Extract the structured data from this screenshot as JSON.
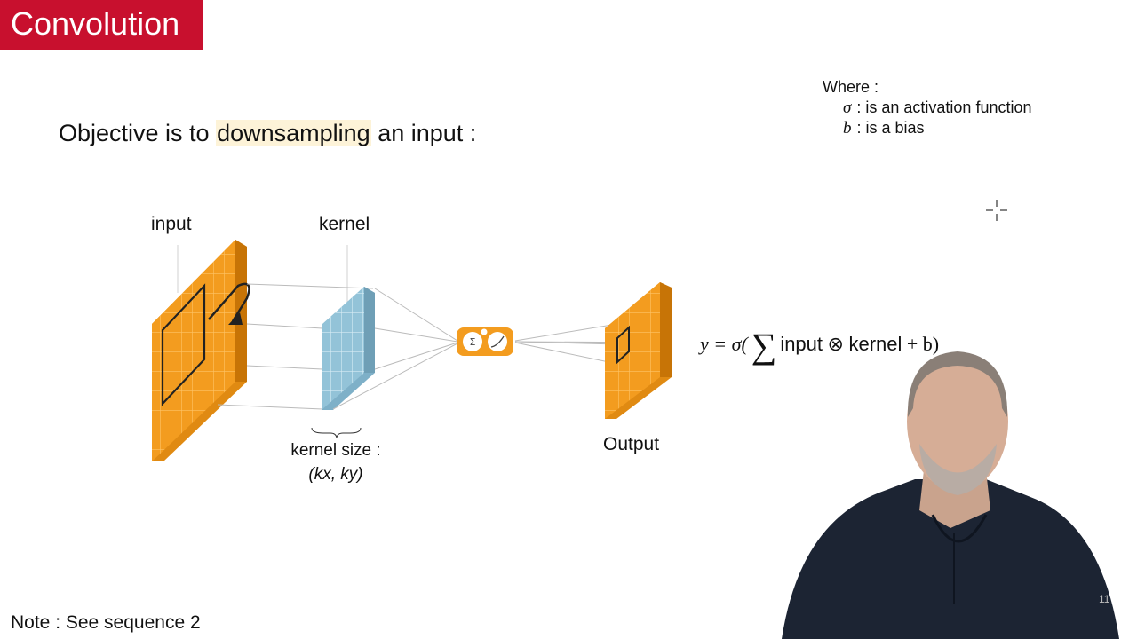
{
  "slide": {
    "title": "Convolution",
    "objective_prefix": "Objective is to ",
    "objective_highlight": "downsampling",
    "objective_suffix": " an input :"
  },
  "legend": {
    "where_label": "Where :",
    "sigma_symbol": "σ",
    "sigma_text": ": is an activation function",
    "b_symbol": "b",
    "b_text": ": is a bias"
  },
  "diagram": {
    "input_label": "input",
    "kernel_label": "kernel",
    "kernel_size_label": "kernel size :",
    "kernel_size_value": "(kx, ky)",
    "output_label": "Output",
    "formula": {
      "lhs": "y = σ(",
      "sum": "∑",
      "input_word": "input",
      "op": " ⊗ ",
      "kernel_word": "kernel",
      "bias_part": " + b)"
    }
  },
  "footer": {
    "note": "Note : See sequence 2",
    "slide_number": "11"
  },
  "colors": {
    "title_bg": "#c8102e",
    "highlight": "#fdf3d8",
    "input_orange": "#f39c1f",
    "kernel_blue": "#8fbfd6"
  },
  "icons": [
    "crosshair-cursor-icon",
    "sum-activation-neuron-icon"
  ]
}
